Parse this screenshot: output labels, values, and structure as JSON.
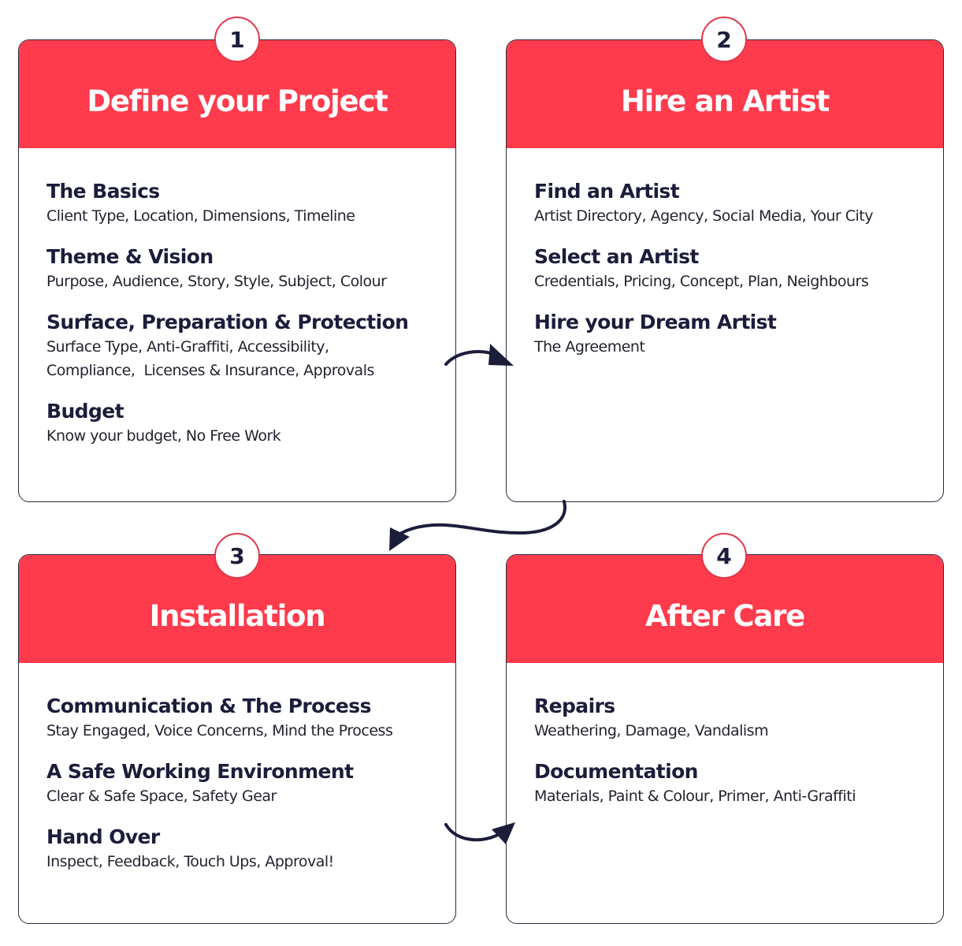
{
  "colors": {
    "header_red": "#FE3B4C",
    "text_navy": "#1C1D3B",
    "arrow_navy": "#1C1D3B",
    "badge_border": "#E0374A"
  },
  "steps": [
    {
      "number": "1",
      "title": "Define your Project",
      "items": [
        {
          "title": "The Basics",
          "desc": "Client Type, Location, Dimensions, Timeline"
        },
        {
          "title": "Theme & Vision",
          "desc": "Purpose, Audience, Story, Style, Subject, Colour"
        },
        {
          "title": "Surface, Preparation & Protection",
          "desc": "Surface Type, Anti-Graffiti, Accessibility,\nCompliance,  Licenses & Insurance, Approvals"
        },
        {
          "title": "Budget",
          "desc": "Know your budget, No Free Work"
        }
      ]
    },
    {
      "number": "2",
      "title": "Hire an Artist",
      "items": [
        {
          "title": "Find an Artist",
          "desc": "Artist Directory, Agency, Social Media, Your City"
        },
        {
          "title": "Select an Artist",
          "desc": "Credentials, Pricing, Concept, Plan, Neighbours"
        },
        {
          "title": "Hire your Dream Artist",
          "desc": "The Agreement"
        }
      ]
    },
    {
      "number": "3",
      "title": "Installation",
      "items": [
        {
          "title": "Communication & The Process",
          "desc": "Stay Engaged, Voice Concerns, Mind the Process"
        },
        {
          "title": "A Safe Working Environment",
          "desc": "Clear & Safe Space, Safety Gear"
        },
        {
          "title": "Hand Over",
          "desc": "Inspect, Feedback, Touch Ups, Approval!"
        }
      ]
    },
    {
      "number": "4",
      "title": "After Care",
      "items": [
        {
          "title": "Repairs",
          "desc": "Weathering, Damage, Vandalism"
        },
        {
          "title": "Documentation",
          "desc": "Materials, Paint & Colour, Primer, Anti-Graffiti"
        }
      ]
    }
  ],
  "connectors": [
    {
      "from": "1",
      "to": "2",
      "icon": "curved-arrow-right-icon"
    },
    {
      "from": "2",
      "to": "3",
      "icon": "curved-arrow-down-left-icon"
    },
    {
      "from": "3",
      "to": "4",
      "icon": "curved-arrow-right-icon"
    }
  ]
}
